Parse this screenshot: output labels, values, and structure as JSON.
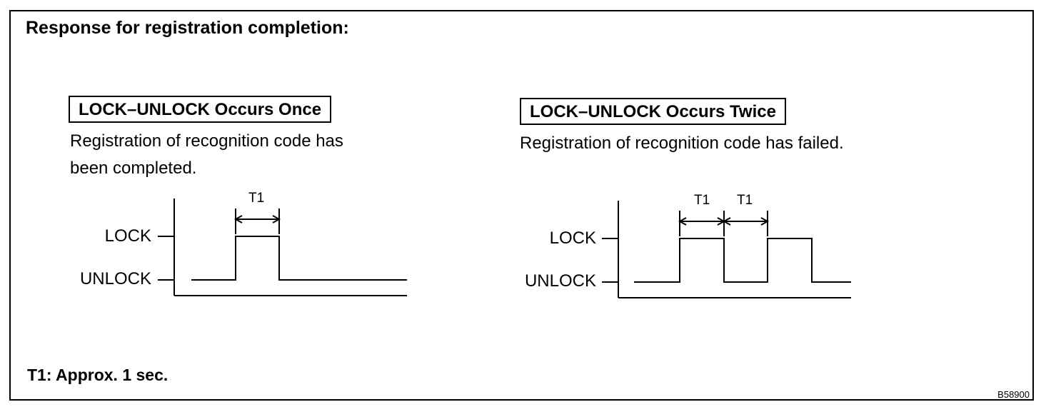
{
  "title": "Response for registration completion:",
  "left_panel": {
    "heading": "LOCK–UNLOCK Occurs Once",
    "description_line1": "Registration of recognition code has",
    "description_line2": "been completed.",
    "lock_label": "LOCK",
    "unlock_label": "UNLOCK",
    "t1_label": "T1"
  },
  "right_panel": {
    "heading": "LOCK–UNLOCK Occurs Twice",
    "description_line1": "Registration of recognition code has failed.",
    "lock_label": "LOCK",
    "unlock_label": "UNLOCK",
    "t1_label_a": "T1",
    "t1_label_b": "T1"
  },
  "footnote": "T1: Approx. 1 sec.",
  "figure_code": "B58900"
}
